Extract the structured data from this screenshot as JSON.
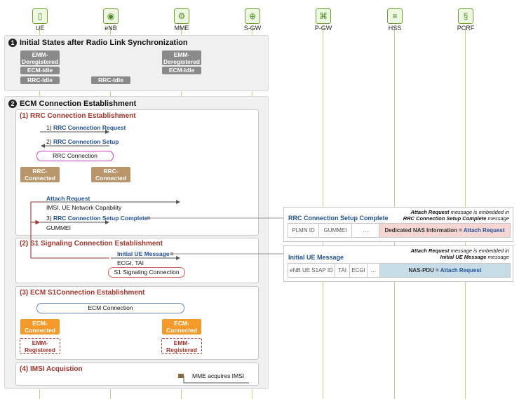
{
  "entities": [
    {
      "label": "UE",
      "icon": "phone-icon",
      "glyph": "▯"
    },
    {
      "label": "eNB",
      "icon": "antenna-icon",
      "glyph": "◉"
    },
    {
      "label": "MME",
      "icon": "gear-icon",
      "glyph": "⚙"
    },
    {
      "label": "S-GW",
      "icon": "router-icon",
      "glyph": "⊕"
    },
    {
      "label": "P-GW",
      "icon": "network-icon",
      "glyph": "⌘"
    },
    {
      "label": "HSS",
      "icon": "database-icon",
      "glyph": "≡"
    },
    {
      "label": "PCRF",
      "icon": "policy-icon",
      "glyph": "§"
    }
  ],
  "section1": {
    "number": "1",
    "title": "Initial States after Radio Link Synchronization",
    "ue_emm": "EMM-Deregistered",
    "ue_ecm": "ECM-Idle",
    "ue_rrc": "RRC-Idle",
    "enb_rrc": "RRC-Idle",
    "mme_emm": "EMM-Deregistered",
    "mme_ecm": "ECM-Idle"
  },
  "section2": {
    "number": "2",
    "title": "ECM Connection Establishment",
    "rrc": {
      "title": "(1) RRC Connection Establishment",
      "msg1_num": "1)",
      "msg1": "RRC Connection Request",
      "msg2_num": "2)",
      "msg2": "RRC Connection Setup",
      "connection": "RRC Connection",
      "ue_state": "RRC-Connected",
      "enb_state": "RRC-Connected",
      "attach": "Attach Request",
      "attach_params": "IMSI, UE Network Capability",
      "msg3_num": "3)",
      "msg3": "RRC Connection Setup Complete",
      "msg3_params": "GUMMEI"
    },
    "s1": {
      "title": "(2) S1 Signaling Connection Establishment",
      "msg": "Initial UE Message",
      "params": "ECGI, TAI",
      "connection": "S1 Signaling Connection"
    },
    "ecm": {
      "title": "(3) ECM S1Connection Establishment",
      "connection": "ECM Connection",
      "ue_ecm": "ECM-Connected",
      "mme_ecm": "ECM-Connected",
      "ue_emm": "EMM-Registered",
      "mme_emm": "EMM-Registered"
    },
    "imsi": {
      "title": "(4) IMSI Acquistion",
      "note": "MME acquires IMSI"
    }
  },
  "panel1": {
    "title": "RRC Connection Setup Complete",
    "note_em": "Attach Request",
    "note_rest1": " message is embedded in",
    "note_line2": "RRC Connection Setup Complete",
    "note_rest2": " message",
    "fields": [
      "PLMN ID",
      "GUMMEI",
      "…"
    ],
    "highlight_label": "Dedicated NAS Information = ",
    "highlight_value": "Attach Request"
  },
  "panel2": {
    "title": "Initial UE Message",
    "note_em": "Attach Request",
    "note_rest1": " message is embedded in",
    "note_line2": "Initial UE Message",
    "note_rest2": " message",
    "fields": [
      "eNB UE S1AP ID",
      "TAI",
      "ECGI",
      "…"
    ],
    "highlight_label": "NAS-PDU = ",
    "highlight_value": "Attach Request"
  },
  "colors": {
    "lifeline": "#b8d67a",
    "message": "#1f4f99",
    "subtitle": "#a5352c",
    "rrc_state": "#b8956a",
    "ecm_state": "#f39a2a",
    "panel1_highlight": "#f6d6d2",
    "panel2_highlight": "#c6dde8"
  }
}
